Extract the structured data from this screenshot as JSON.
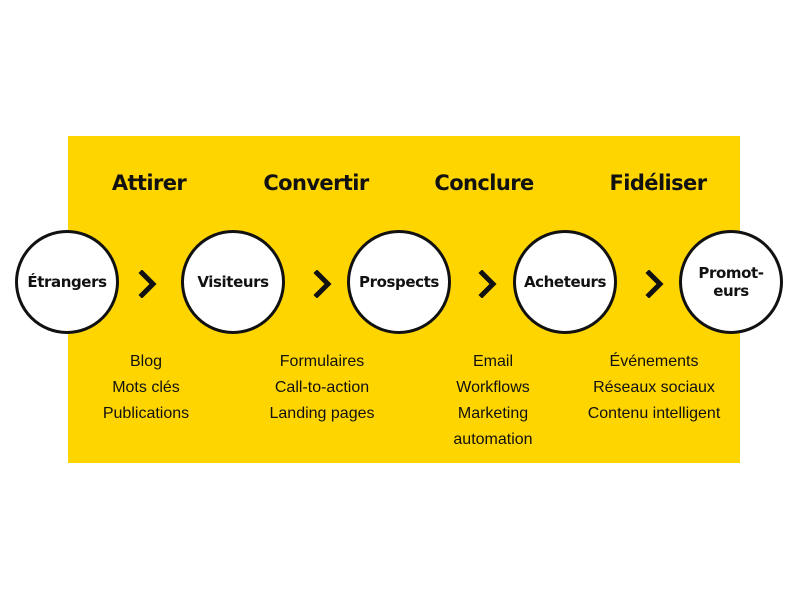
{
  "colors": {
    "panel": "#FFD500",
    "stroke": "#111111",
    "node_fill": "#FFFFFF"
  },
  "phases": [
    "Attirer",
    "Convertir",
    "Conclure",
    "Fidéliser"
  ],
  "nodes": [
    {
      "label": "Étrangers"
    },
    {
      "label": "Visiteurs"
    },
    {
      "label": "Prospects"
    },
    {
      "label": "Acheteurs"
    },
    {
      "label_line1": "Promot-",
      "label_line2": "eurs"
    }
  ],
  "arrow_icon": "chevron-right",
  "items": [
    [
      "Blog",
      "Mots clés",
      "Publications"
    ],
    [
      "Formulaires",
      "Call-to-action",
      "Landing pages"
    ],
    [
      "Email",
      "Workflows",
      "Marketing",
      "automation"
    ],
    [
      "Événements",
      "Réseaux sociaux",
      "Contenu intelligent"
    ]
  ]
}
